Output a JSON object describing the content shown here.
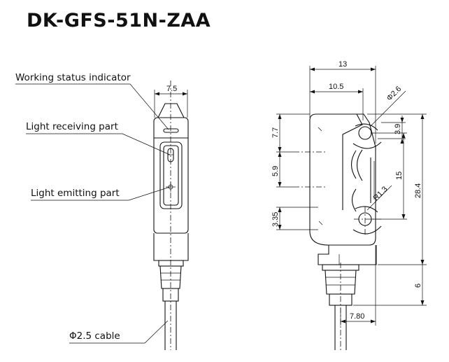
{
  "title": "DK-GFS-51N-ZAA",
  "labels": {
    "working_status": "Working status indicator",
    "light_receiving": "Light receiving part",
    "light_emitting": "Light emitting part",
    "cable": "Φ2.5 cable"
  },
  "dimensions": {
    "front_width": "7.5",
    "side_width": "13",
    "side_inner": "10.5",
    "hole_dia": "Φ2.6",
    "d_7_7": "7.7",
    "d_3_9": "3.9",
    "d_5_9": "5.9",
    "d_15": "15",
    "d_28_4": "28.4",
    "d_r1_3": "R1.3",
    "d_3_35": "3.35",
    "d_6": "6",
    "d_7_80": "7.80"
  }
}
